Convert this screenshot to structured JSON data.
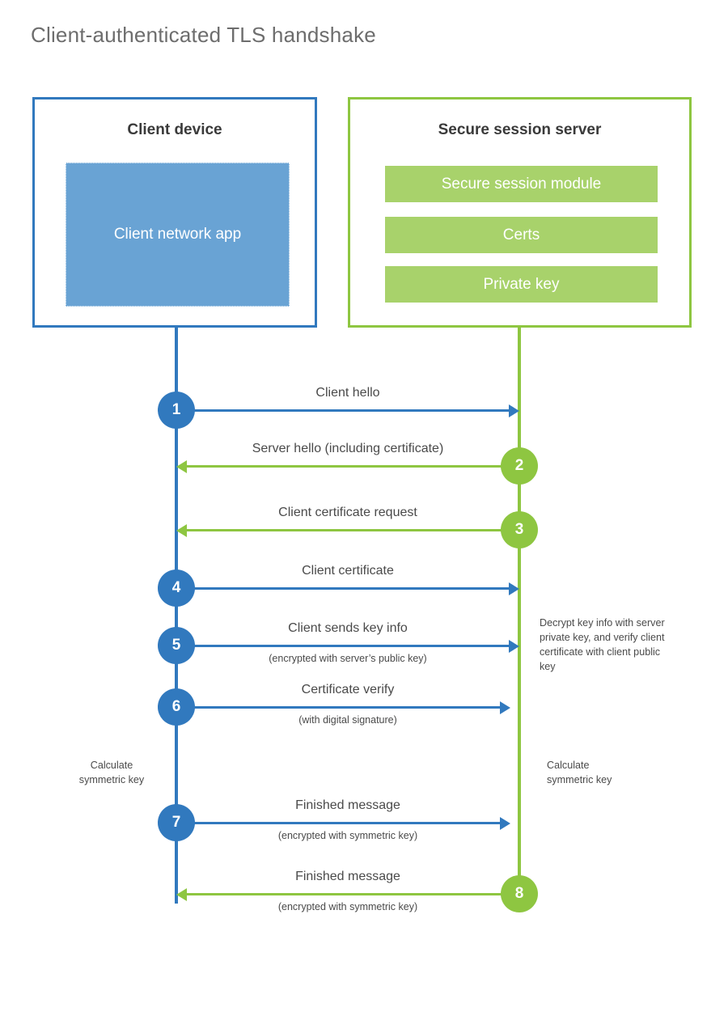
{
  "page": {
    "title": "Client-authenticated TLS handshake",
    "colors": {
      "client_blue": "#3179be",
      "client_app_fill": "#69a3d4",
      "server_green": "#8ec641",
      "server_bar_fill": "#a8d26b",
      "text": "#4a4a4a",
      "title_text": "#6d6d6d",
      "background": "#ffffff"
    }
  },
  "client": {
    "title": "Client device",
    "app_label": "Client network app"
  },
  "server": {
    "title": "Secure session server",
    "services": [
      {
        "label": "Secure session module"
      },
      {
        "label": "Certs"
      },
      {
        "label": "Private key"
      }
    ]
  },
  "messages": [
    {
      "step": "1",
      "label": "Client hello",
      "sub": "",
      "direction": "to-server",
      "side": "left"
    },
    {
      "step": "2",
      "label": "Server hello (including certificate)",
      "sub": "",
      "direction": "to-client",
      "side": "right"
    },
    {
      "step": "3",
      "label": "Client certificate request",
      "sub": "",
      "direction": "to-client",
      "side": "right"
    },
    {
      "step": "4",
      "label": "Client certificate",
      "sub": "",
      "direction": "to-server",
      "side": "left"
    },
    {
      "step": "5",
      "label": "Client sends key info",
      "sub": "(encrypted with server’s public key)",
      "direction": "to-server",
      "side": "left"
    },
    {
      "step": "6",
      "label": "Certificate verify",
      "sub": "(with digital signature)",
      "direction": "to-server",
      "side": "left"
    },
    {
      "step": "7",
      "label": "Finished message",
      "sub": "(encrypted with symmetric key)",
      "direction": "to-server",
      "side": "left"
    },
    {
      "step": "8",
      "label": "Finished message",
      "sub": "(encrypted with symmetric key)",
      "direction": "to-client",
      "side": "right"
    }
  ],
  "notes": {
    "server_decrypt": "Decrypt key info with server private key, and verify client certificate with client public key",
    "client_calculate": "Calculate symmetric key",
    "server_calculate": "Calculate symmetric key"
  }
}
